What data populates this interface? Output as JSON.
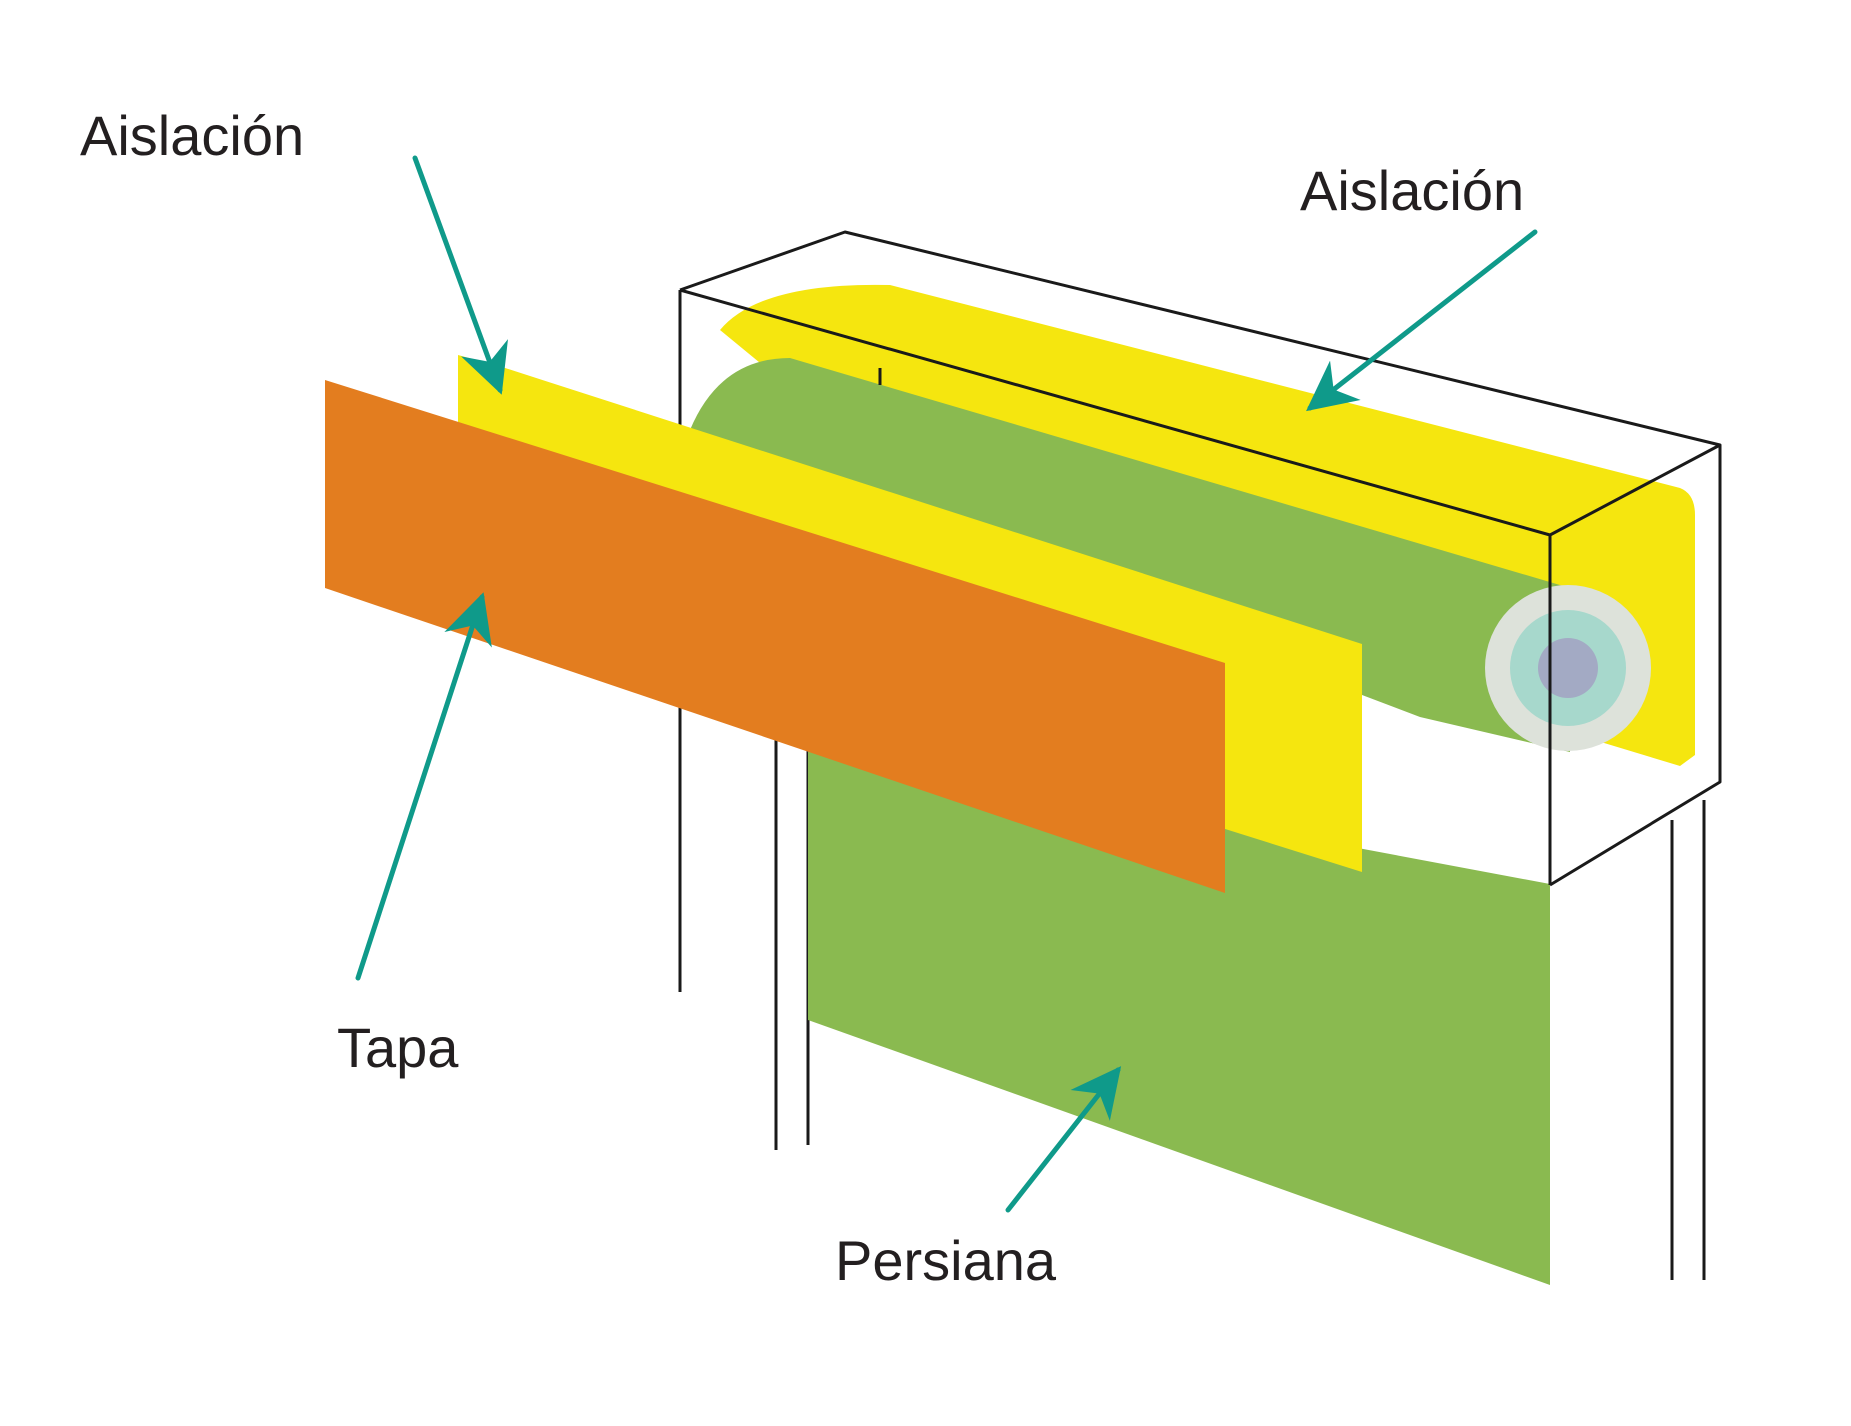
{
  "labels": {
    "insulation_left": "Aislación",
    "insulation_right": "Aislación",
    "cover": "Tapa",
    "blind": "Persiana"
  },
  "colors": {
    "insulation": "#f5e60f",
    "cover": "#e37d1f",
    "blind": "#8aba50",
    "arrow": "#0f9a8a",
    "outline": "#1a1a1a",
    "axle_outer": "#dde2da",
    "axle_middle": "#a7d8cc",
    "axle_inner": "#a3aac4"
  }
}
